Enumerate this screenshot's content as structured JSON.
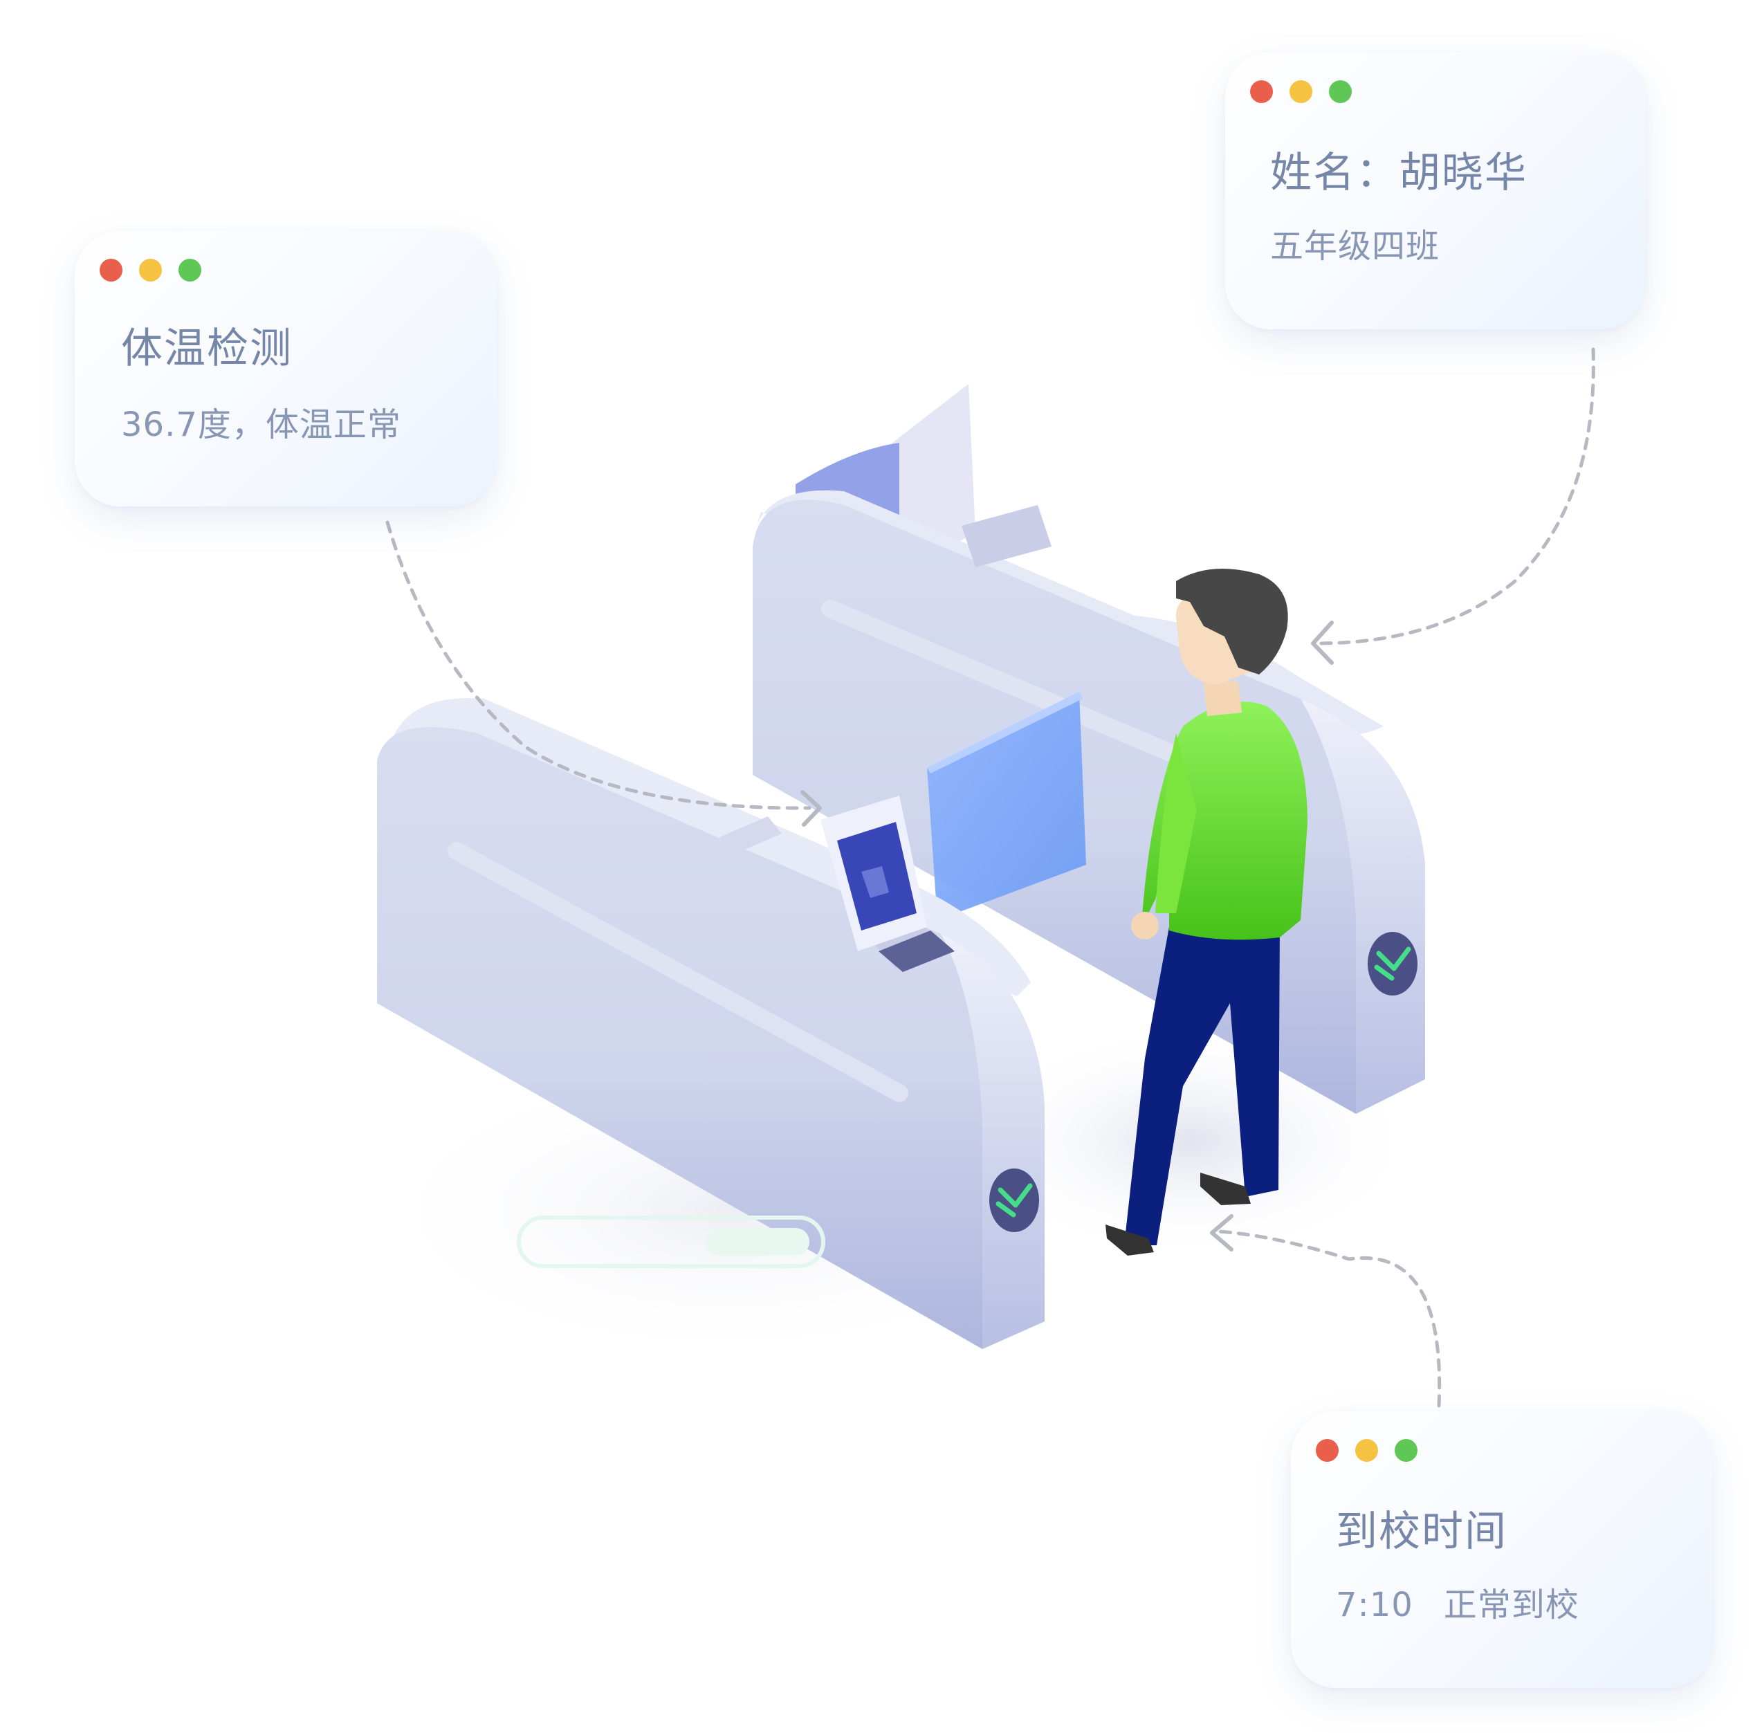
{
  "cards": {
    "temperature": {
      "title": "体温检测",
      "detail": "36.7度，体温正常"
    },
    "student": {
      "name": "姓名：胡晓华",
      "class": "五年级四班"
    },
    "arrival": {
      "title": "到校时间",
      "time": "7:10",
      "status": "正常到校"
    }
  },
  "colors": {
    "dot_red": "#ea5f4c",
    "dot_yellow": "#f5c242",
    "dot_green": "#5fc756",
    "card_text": "#7586a9",
    "gate_body": "#d3d8ec",
    "shirt": "#6fdc3f",
    "pants": "#0d2584",
    "screen": "#7aa6f5"
  },
  "icons": {
    "window_controls": [
      "red-dot",
      "yellow-dot",
      "green-dot"
    ],
    "gate_indicator": "chevron-arrow-icon"
  }
}
